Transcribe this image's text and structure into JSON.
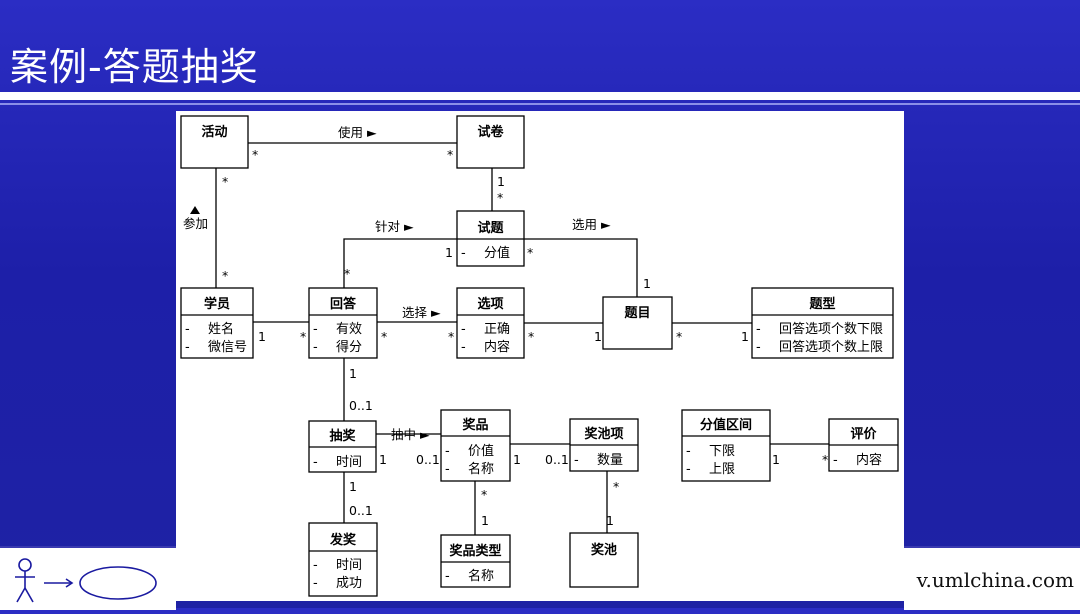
{
  "slide": {
    "title": "案例-答题抽奖",
    "website": "v.umlchina.com"
  },
  "diagram": {
    "classes": {
      "activity": {
        "name": "活动",
        "attrs": []
      },
      "paper": {
        "name": "试卷",
        "attrs": []
      },
      "question": {
        "name": "试题",
        "attrs": [
          "分值"
        ]
      },
      "student": {
        "name": "学员",
        "attrs": [
          "姓名",
          "微信号"
        ]
      },
      "answer": {
        "name": "回答",
        "attrs": [
          "有效",
          "得分"
        ]
      },
      "option": {
        "name": "选项",
        "attrs": [
          "正确",
          "内容"
        ]
      },
      "topic": {
        "name": "题目",
        "attrs": []
      },
      "qtype": {
        "name": "题型",
        "attrs": [
          "回答选项个数下限",
          "回答选项个数上限"
        ]
      },
      "lottery": {
        "name": "抽奖",
        "attrs": [
          "时间"
        ]
      },
      "prize": {
        "name": "奖品",
        "attrs": [
          "价值",
          "名称"
        ]
      },
      "pool_item": {
        "name": "奖池项",
        "attrs": [
          "数量"
        ]
      },
      "score_range": {
        "name": "分值区间",
        "attrs": [
          "下限",
          "上限"
        ]
      },
      "evaluation": {
        "name": "评价",
        "attrs": [
          "内容"
        ]
      },
      "award": {
        "name": "发奖",
        "attrs": [
          "时间",
          "成功"
        ]
      },
      "prize_type": {
        "name": "奖品类型",
        "attrs": [
          "名称"
        ]
      },
      "pool": {
        "name": "奖池",
        "attrs": []
      }
    },
    "associations": {
      "use": {
        "label": "使用 ►",
        "m1": "*",
        "m2": "*"
      },
      "join": {
        "label": "参加",
        "m1": "*",
        "m2": "*"
      },
      "paper_question": {
        "m1": "1",
        "m2": "*"
      },
      "target": {
        "label": "针对 ►",
        "m1": "1",
        "m2": "*"
      },
      "select_topic": {
        "label": "选用 ►",
        "m1": "*",
        "m2": "1"
      },
      "student_answer": {
        "m1": "1",
        "m2": "*"
      },
      "choose": {
        "label": "选择 ►",
        "m1": "*",
        "m2": "*"
      },
      "option_topic": {
        "m1": "*",
        "m2": "1"
      },
      "topic_type": {
        "m1": "*",
        "m2": "1"
      },
      "answer_lottery": {
        "m1": "1",
        "m2": "0..1"
      },
      "win": {
        "label": "抽中 ►",
        "m1": "1",
        "m2": "0..1"
      },
      "prize_pool_item": {
        "m1": "1",
        "m2": "0..1"
      },
      "lottery_award": {
        "m1": "1",
        "m2": "0..1"
      },
      "prize_type_link": {
        "m1": "*",
        "m2": "1"
      },
      "pool_item_pool": {
        "m1": "*",
        "m2": "1"
      },
      "range_eval": {
        "m1": "1",
        "m2": "*"
      }
    }
  },
  "colors": {
    "background_top": "#2b2dc4",
    "background_bottom": "#1e22a4",
    "title_text": "#ffffff",
    "diagram_bg": "#ffffff"
  },
  "icons": {
    "footer_logo": "stick-figure-actor-arrow-usecase-icon"
  }
}
